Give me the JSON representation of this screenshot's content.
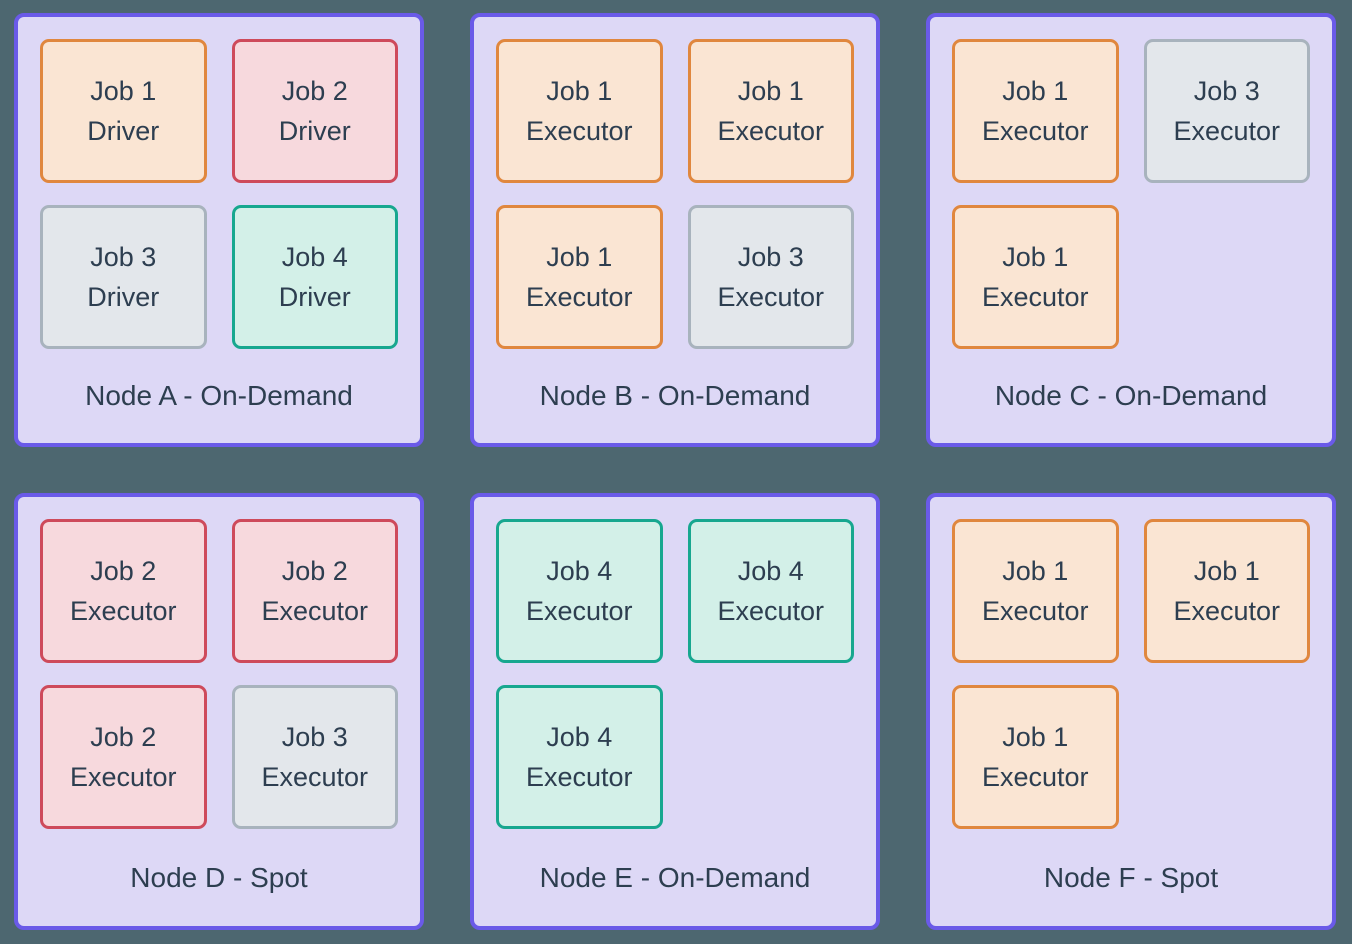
{
  "colors": {
    "page_background": "#4D6770",
    "node_border": "#6A5AE8",
    "node_fill": "#DDD8F6",
    "text": "#2D3E50",
    "job_types": {
      "job1": {
        "border": "#E0873E",
        "fill": "#FAE5D3"
      },
      "job2": {
        "border": "#CE4A5B",
        "fill": "#F7D9DD"
      },
      "job3": {
        "border": "#A8B3BD",
        "fill": "#E3E7EB"
      },
      "job4": {
        "border": "#17A78F",
        "fill": "#D3F0E8"
      }
    }
  },
  "nodes": [
    {
      "label": "Node A - On-Demand",
      "jobs": [
        {
          "title": "Job 1",
          "role": "Driver",
          "type": "job1"
        },
        {
          "title": "Job 2",
          "role": "Driver",
          "type": "job2"
        },
        {
          "title": "Job 3",
          "role": "Driver",
          "type": "job3"
        },
        {
          "title": "Job 4",
          "role": "Driver",
          "type": "job4"
        }
      ]
    },
    {
      "label": "Node B - On-Demand",
      "jobs": [
        {
          "title": "Job 1",
          "role": "Executor",
          "type": "job1"
        },
        {
          "title": "Job 1",
          "role": "Executor",
          "type": "job1"
        },
        {
          "title": "Job 1",
          "role": "Executor",
          "type": "job1"
        },
        {
          "title": "Job 3",
          "role": "Executor",
          "type": "job3"
        }
      ]
    },
    {
      "label": "Node C - On-Demand",
      "jobs": [
        {
          "title": "Job 1",
          "role": "Executor",
          "type": "job1"
        },
        {
          "title": "Job 3",
          "role": "Executor",
          "type": "job3"
        },
        {
          "title": "Job 1",
          "role": "Executor",
          "type": "job1"
        }
      ]
    },
    {
      "label": "Node D - Spot",
      "jobs": [
        {
          "title": "Job 2",
          "role": "Executor",
          "type": "job2"
        },
        {
          "title": "Job 2",
          "role": "Executor",
          "type": "job2"
        },
        {
          "title": "Job 2",
          "role": "Executor",
          "type": "job2"
        },
        {
          "title": "Job 3",
          "role": "Executor",
          "type": "job3"
        }
      ]
    },
    {
      "label": "Node E - On-Demand",
      "jobs": [
        {
          "title": "Job 4",
          "role": "Executor",
          "type": "job4"
        },
        {
          "title": "Job 4",
          "role": "Executor",
          "type": "job4"
        },
        {
          "title": "Job 4",
          "role": "Executor",
          "type": "job4"
        }
      ]
    },
    {
      "label": "Node F - Spot",
      "jobs": [
        {
          "title": "Job 1",
          "role": "Executor",
          "type": "job1"
        },
        {
          "title": "Job 1",
          "role": "Executor",
          "type": "job1"
        },
        {
          "title": "Job 1",
          "role": "Executor",
          "type": "job1"
        }
      ]
    }
  ]
}
